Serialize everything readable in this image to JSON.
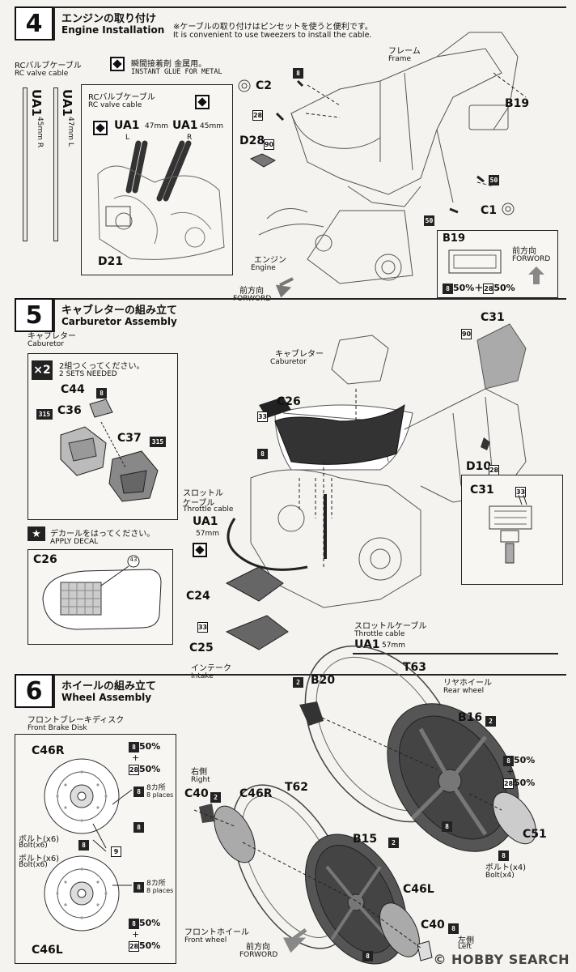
{
  "step4": {
    "number": "4",
    "title_jp": "エンジンの取り付け",
    "title_en": "Engine Installation",
    "note_jp": "※ケーブルの取り付けはピンセットを使うと便利です。",
    "note_en": "It is convenient to use tweezers to install the cable.",
    "rc_cable_jp": "RCバルブケーブル",
    "rc_cable_en": "RC valve cable",
    "glue_jp": "瞬間接着剤 金属用。",
    "glue_en": "INSTANT GLUE FOR METAL",
    "ua1_left_label": "UA1",
    "ua1_left_size": "45mm R",
    "ua1_right_label": "UA1",
    "ua1_right_size": "47mm L",
    "inset_cable_jp": "RCバルブケーブル",
    "inset_cable_en": "RC valve cable",
    "inset_ua1a": "UA1",
    "inset_ua1a_size": "47mm",
    "inset_ua1a_side": "L",
    "inset_ua1b": "UA1",
    "inset_ua1b_size": "45mm",
    "inset_ua1b_side": "R",
    "inset_part": "D21",
    "frame_jp": "フレーム",
    "frame_en": "Frame",
    "c2": "C2",
    "d28": "D28",
    "d28_code": "90",
    "b19": "B19",
    "c1": "C1",
    "color8": "8",
    "color28": "28",
    "color50": "50",
    "engine_jp": "エンジン",
    "engine_en": "Engine",
    "forward_jp": "前方向",
    "forward_en": "FORWORD",
    "b19_box_title": "B19",
    "b19_mix": "50%＋",
    "b19_mix2": "50%",
    "b19_forward_jp": "前方向",
    "b19_forward_en": "FORWORD"
  },
  "step5": {
    "number": "5",
    "title_jp": "キャブレターの組み立て",
    "title_en": "Carburetor Assembly",
    "carb_jp": "キャブレター",
    "carb_en": "Caburetor",
    "sets_badge": "×2",
    "sets_jp": "2組つくってください。",
    "sets_en": "2 SETS NEEDED",
    "c44": "C44",
    "c36": "C36",
    "c37": "C37",
    "code315": "315",
    "decal_jp": "デカールをはってください。",
    "decal_en": "APPLY DECAL",
    "c26_box": "C26",
    "decal_num": "43",
    "main_carb_jp": "キャブレター",
    "main_carb_en": "Caburetor",
    "c26": "C26",
    "code33": "33",
    "throttle_jp": "スロットル",
    "throttle_jp2": "ケーブル",
    "throttle_en": "Throttle cable",
    "ua1": "UA1",
    "ua1_size": "57mm",
    "c24": "C24",
    "c25": "C25",
    "intake_jp": "インテーク",
    "intake_en": "Intake",
    "c31": "C31",
    "code90": "90",
    "d10": "D10",
    "d10_code": "28",
    "c31_box": "C31",
    "throttle2_jp": "スロットルケーブル",
    "throttle2_en": "Throttle cable",
    "ua1b": "UA1",
    "ua1b_size": "57mm"
  },
  "step6": {
    "number": "6",
    "title_jp": "ホイールの組み立て",
    "title_en": "Wheel Assembly",
    "disk_jp": "フロントブレーキディスク",
    "disk_en": "Front Brake Disk",
    "c46r": "C46R",
    "c46l": "C46L",
    "pct50": "50%",
    "plus": "+",
    "places_jp": "8カ所",
    "places_en": "8 places",
    "bolt_jp": "ボルト(x6)",
    "bolt_en": "Bolt(x6)",
    "code9": "9",
    "right_jp": "右側",
    "right_en": "Right",
    "c40": "C40",
    "c46r_main": "C46R",
    "t62": "T62",
    "b15": "B15",
    "c46l_main": "C46L",
    "left_jp": "左側",
    "left_en": "Left",
    "front_wheel_jp": "フロントホイール",
    "front_wheel_en": "Front wheel",
    "forward_jp": "前方向",
    "forward_en": "FORWORD",
    "b20": "B20",
    "t63": "T63",
    "rear_wheel_jp": "リヤホイール",
    "rear_wheel_en": "Rear wheel",
    "b16": "B16",
    "c51": "C51",
    "bolt4_jp": "ボルト(x4)",
    "bolt4_en": "Bolt(x4)",
    "code2": "2"
  },
  "watermark": "© HOBBY SEARCH"
}
